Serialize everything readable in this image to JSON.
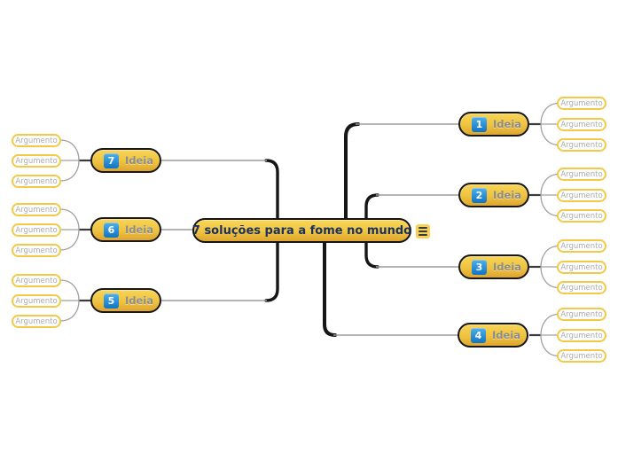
{
  "map": {
    "central": {
      "label": "7 soluções para a fome no mundo"
    },
    "menu_icon": "hamburger-menu",
    "branches": [
      {
        "number": "1",
        "label": "Ideia",
        "side": "right",
        "arguments": [
          "Argumento",
          "Argumento",
          "Argumento"
        ]
      },
      {
        "number": "2",
        "label": "Ideia",
        "side": "right",
        "arguments": [
          "Argumento",
          "Argumento",
          "Argumento"
        ]
      },
      {
        "number": "3",
        "label": "Ideia",
        "side": "right",
        "arguments": [
          "Argumento",
          "Argumento",
          "Argumento"
        ]
      },
      {
        "number": "4",
        "label": "Ideia",
        "side": "right",
        "arguments": [
          "Argumento",
          "Argumento",
          "Argumento"
        ]
      },
      {
        "number": "5",
        "label": "Ideia",
        "side": "left",
        "arguments": [
          "Argumento",
          "Argumento",
          "Argumento"
        ]
      },
      {
        "number": "6",
        "label": "Ideia",
        "side": "left",
        "arguments": [
          "Argumento",
          "Argumento",
          "Argumento"
        ]
      },
      {
        "number": "7",
        "label": "Ideia",
        "side": "left",
        "arguments": [
          "Argumento",
          "Argumento",
          "Argumento"
        ]
      }
    ],
    "colors": {
      "node_fill_top": "#f8d456",
      "node_fill_bottom": "#dfa530",
      "node_border": "#171717",
      "badge_blue": "#1074c4",
      "central_text": "#1c3160",
      "idea_text": "#8d8d8d",
      "argument_border": "#f3c945",
      "argument_text": "#ababab",
      "branch_line": "#161616",
      "thin_line": "#9b9b9b",
      "background": "#ffffff"
    }
  }
}
